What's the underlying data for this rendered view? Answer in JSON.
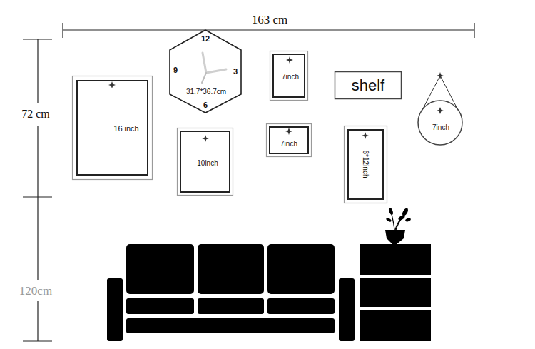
{
  "diagram": {
    "nodes": [
      {
        "text": [
          "16 inch"
        ]
      },
      {
        "text": [
          "12",
          "3",
          "6",
          "9",
          "31.7*36.7cm"
        ]
      },
      {
        "text": [
          "7inch"
        ]
      },
      {
        "text": [
          "shelf"
        ]
      },
      {
        "text": [
          "7inch"
        ]
      },
      {
        "text": [
          "10inch"
        ]
      },
      {
        "text": [
          "7inch"
        ]
      },
      {
        "text": [
          "6*12inch"
        ]
      }
    ],
    "labels": [
      "163 cm",
      "72 cm",
      "120cm"
    ]
  }
}
